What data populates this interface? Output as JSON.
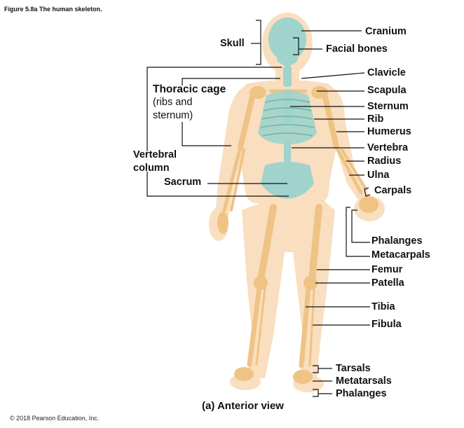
{
  "figure_title": "Figure 5.8a The human skeleton.",
  "caption": "(a) Anterior view",
  "copyright": "© 2018 Pearson Education, Inc.",
  "labels": {
    "skull": "Skull",
    "thoracic_cage": "Thoracic cage",
    "thoracic_cage_sub": "(ribs and\nsternum)",
    "vertebral_column": "Vertebral\ncolumn",
    "sacrum": "Sacrum",
    "cranium": "Cranium",
    "facial_bones": "Facial bones",
    "clavicle": "Clavicle",
    "scapula": "Scapula",
    "sternum": "Sternum",
    "rib": "Rib",
    "humerus": "Humerus",
    "vertebra": "Vertebra",
    "radius": "Radius",
    "ulna": "Ulna",
    "carpals": "Carpals",
    "phalanges_hand": "Phalanges",
    "metacarpals": "Metacarpals",
    "femur": "Femur",
    "patella": "Patella",
    "tibia": "Tibia",
    "fibula": "Fibula",
    "tarsals": "Tarsals",
    "metatarsals": "Metatarsals",
    "phalanges_foot": "Phalanges"
  },
  "colors": {
    "skin": "#f8d9b4",
    "axial_bone": "#9fd3cb",
    "appendicular_bone": "#efc384",
    "leader_line": "#111111"
  }
}
